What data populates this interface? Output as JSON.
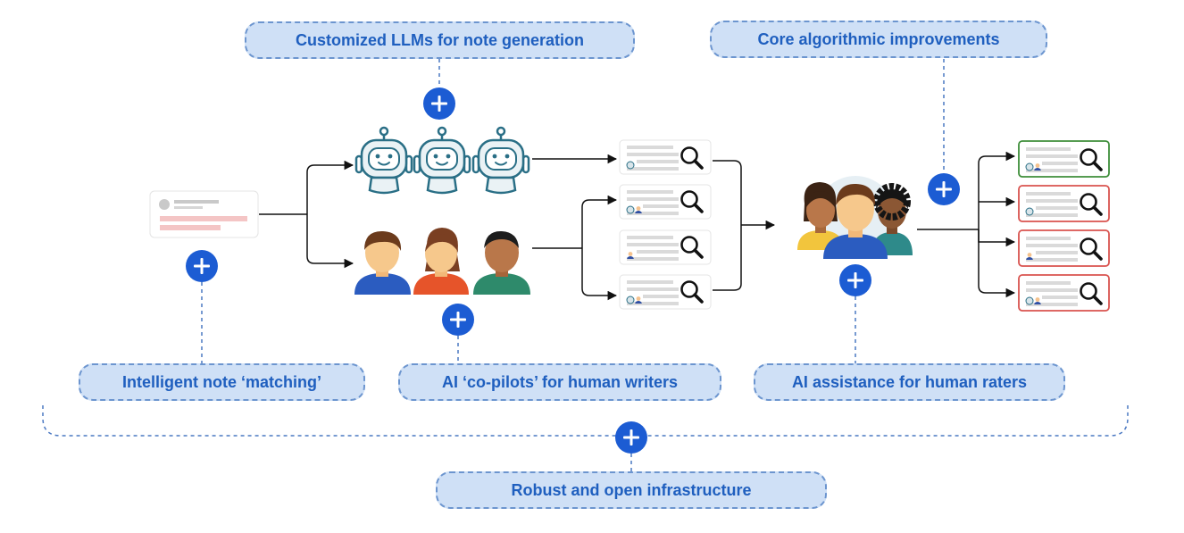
{
  "labels": {
    "llm_notes": "Customized LLMs for note generation",
    "core_algo": "Core algorithmic improvements",
    "note_matching": "Intelligent note ‘matching’",
    "copilots": "AI ‘co-pilots’ for human writers",
    "rater_assist": "AI assistance for human raters",
    "infra": "Robust and open infrastructure"
  },
  "colors": {
    "accent": "#1c5cd3",
    "pill_fill": "#cfe0f6",
    "pill_border": "#6c95cf",
    "label_text": "#1f5fbf",
    "robot": "#2a6f86",
    "card_helpful_border": "#3e8e3a",
    "card_not_helpful_border": "#d9534f",
    "post_highlight": "#f4c5c5"
  },
  "icons": {
    "add": "plus-circle-icon",
    "search": "magnifier-icon",
    "ai_writer": "robot-icon",
    "human_writer": "person-icon"
  },
  "flow": {
    "ai_writers": 3,
    "human_writers": 3,
    "draft_notes": 4,
    "rated_notes": [
      "helpful",
      "not-helpful",
      "not-helpful",
      "not-helpful"
    ]
  }
}
